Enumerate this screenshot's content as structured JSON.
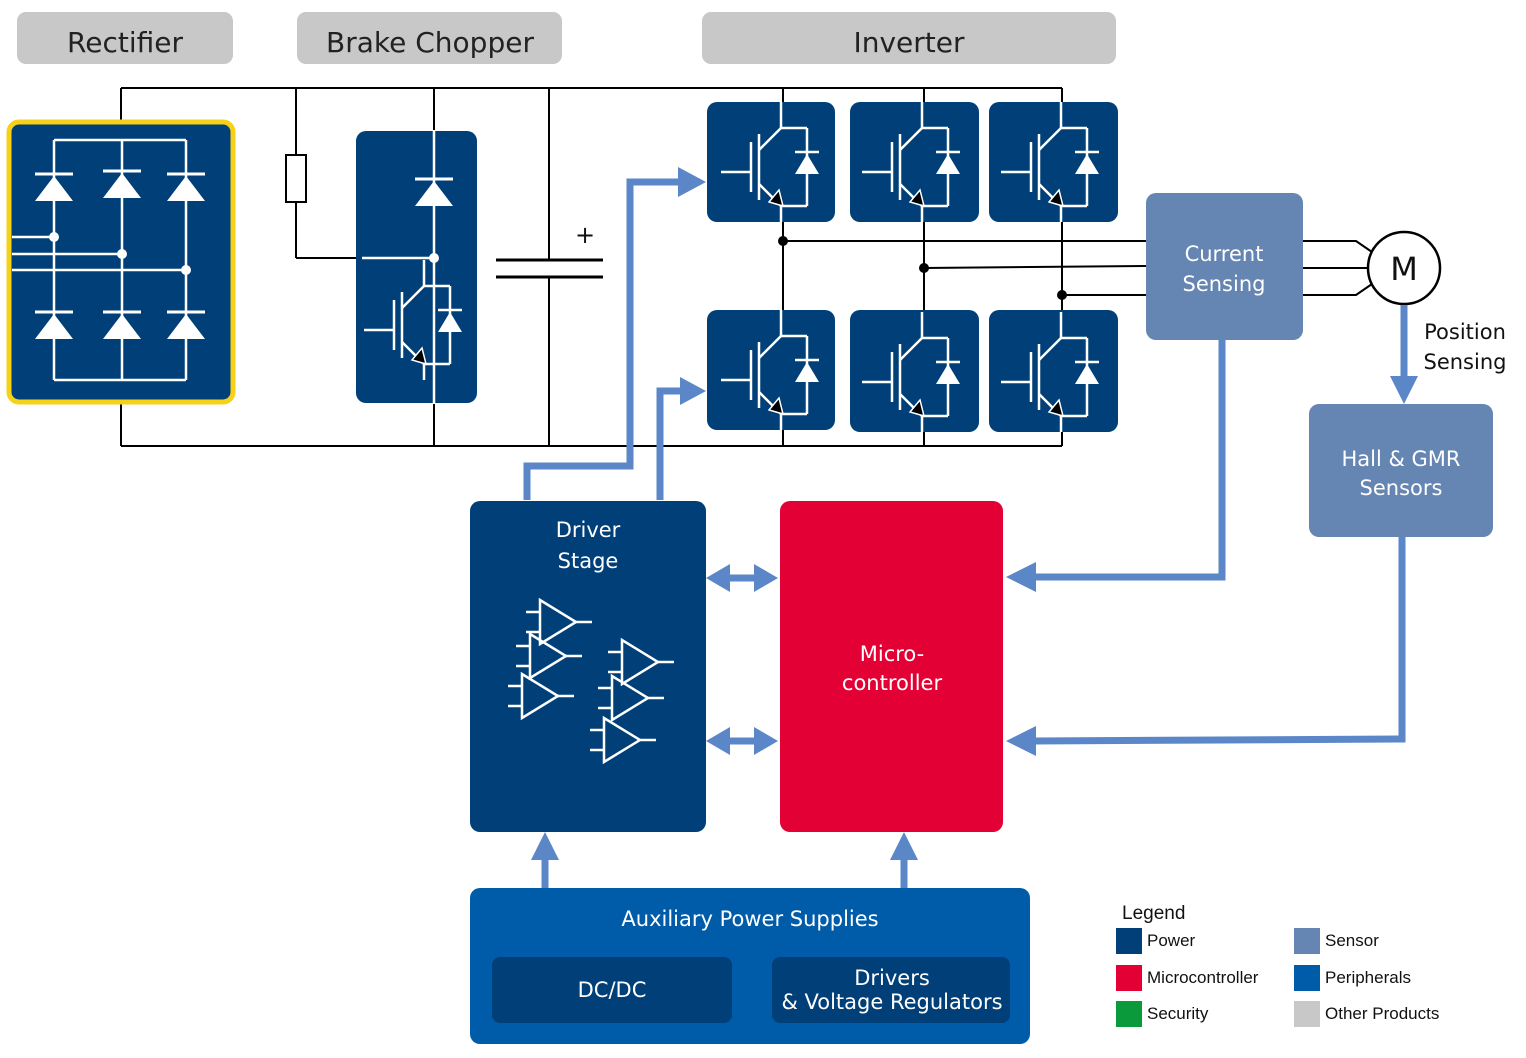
{
  "headers": {
    "rectifier": "Rectifier",
    "brake_chopper": "Brake Chopper",
    "inverter": "Inverter"
  },
  "blocks": {
    "current_sensing": [
      "Current",
      "Sensing"
    ],
    "motor": "M",
    "position_sensing": [
      "Position",
      "Sensing"
    ],
    "hall_gmr": [
      "Hall & GMR",
      "Sensors"
    ],
    "driver_stage": [
      "Driver",
      "Stage"
    ],
    "microcontroller": [
      "Micro-",
      "controller"
    ],
    "aux_power": "Auxiliary Power Supplies",
    "dcdc": "DC/DC",
    "drivers_vr": [
      "Drivers",
      "& Voltage Regulators"
    ],
    "capacitor_sign": "+"
  },
  "legend": {
    "title": "Legend",
    "items": [
      {
        "label": "Power",
        "color": "#003f78"
      },
      {
        "label": "Microcontroller",
        "color": "#e30034"
      },
      {
        "label": "Security",
        "color": "#0a9a3c"
      },
      {
        "label": "Sensor",
        "color": "#6585b2"
      },
      {
        "label": "Peripherals",
        "color": "#005ca9"
      },
      {
        "label": "Other Products",
        "color": "#c8c8c8"
      }
    ]
  },
  "colors": {
    "power": "#003f78",
    "microcontroller": "#e30034",
    "sensor": "#6585b2",
    "peripherals": "#005ca9",
    "other": "#c8c8c8",
    "highlight": "#f7d117",
    "flow": "#5b87c8"
  }
}
